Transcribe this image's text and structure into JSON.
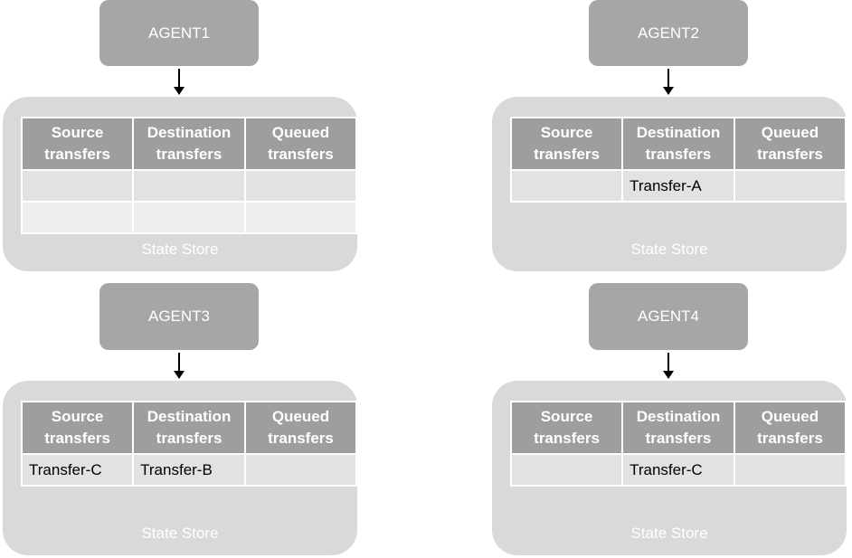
{
  "columns": [
    {
      "line1": "Source",
      "line2": "transfers"
    },
    {
      "line1": "Destination",
      "line2": "transfers"
    },
    {
      "line1": "Queued",
      "line2": "transfers"
    }
  ],
  "store_label": "State Store",
  "agents": [
    {
      "name": "AGENT1",
      "rows": [
        [
          "",
          "",
          ""
        ],
        [
          "",
          "",
          ""
        ]
      ]
    },
    {
      "name": "AGENT2",
      "rows": [
        [
          "",
          "Transfer-A",
          ""
        ]
      ]
    },
    {
      "name": "AGENT3",
      "rows": [
        [
          "Transfer-C",
          "Transfer-B",
          ""
        ]
      ]
    },
    {
      "name": "AGENT4",
      "rows": [
        [
          "",
          "Transfer-C",
          ""
        ]
      ]
    }
  ]
}
